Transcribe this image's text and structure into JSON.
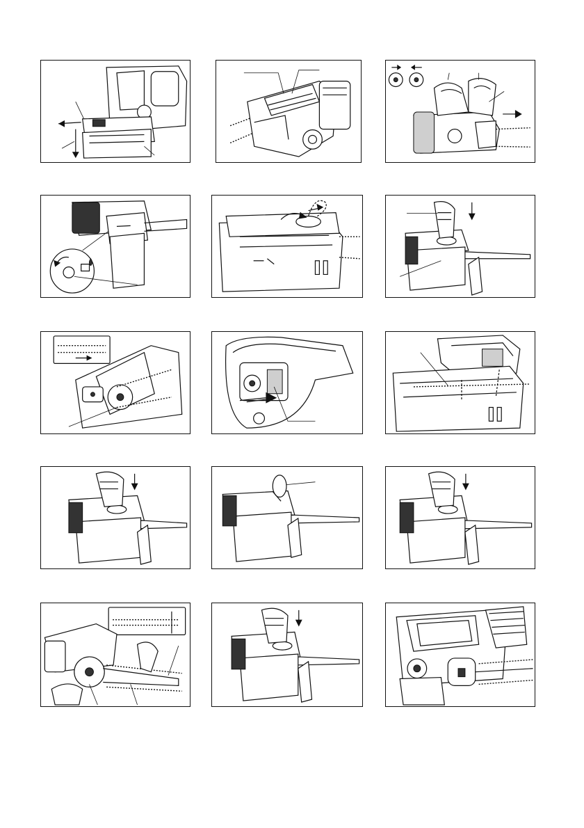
{
  "document": {
    "kind": "instruction-figure-sheet",
    "page_number": "",
    "figures": [
      {
        "id": 1,
        "icon": "battery-removal-icon"
      },
      {
        "id": 2,
        "icon": "tool-overview-icon"
      },
      {
        "id": 3,
        "icon": "chain-brake-icon"
      },
      {
        "id": 4,
        "icon": "oil-cap-icon"
      },
      {
        "id": 5,
        "icon": "lever-open-icon"
      },
      {
        "id": 6,
        "icon": "knob-press-icon"
      },
      {
        "id": 7,
        "icon": "chain-direction-icon"
      },
      {
        "id": 8,
        "icon": "sprocket-cover-icon"
      },
      {
        "id": 9,
        "icon": "cover-install-icon"
      },
      {
        "id": 10,
        "icon": "knob-press-icon"
      },
      {
        "id": 11,
        "icon": "lever-raised-icon"
      },
      {
        "id": 12,
        "icon": "knob-press-icon"
      },
      {
        "id": 13,
        "icon": "chain-tension-icon"
      },
      {
        "id": 14,
        "icon": "knob-press-icon"
      },
      {
        "id": 15,
        "icon": "assembled-saw-icon"
      }
    ]
  }
}
